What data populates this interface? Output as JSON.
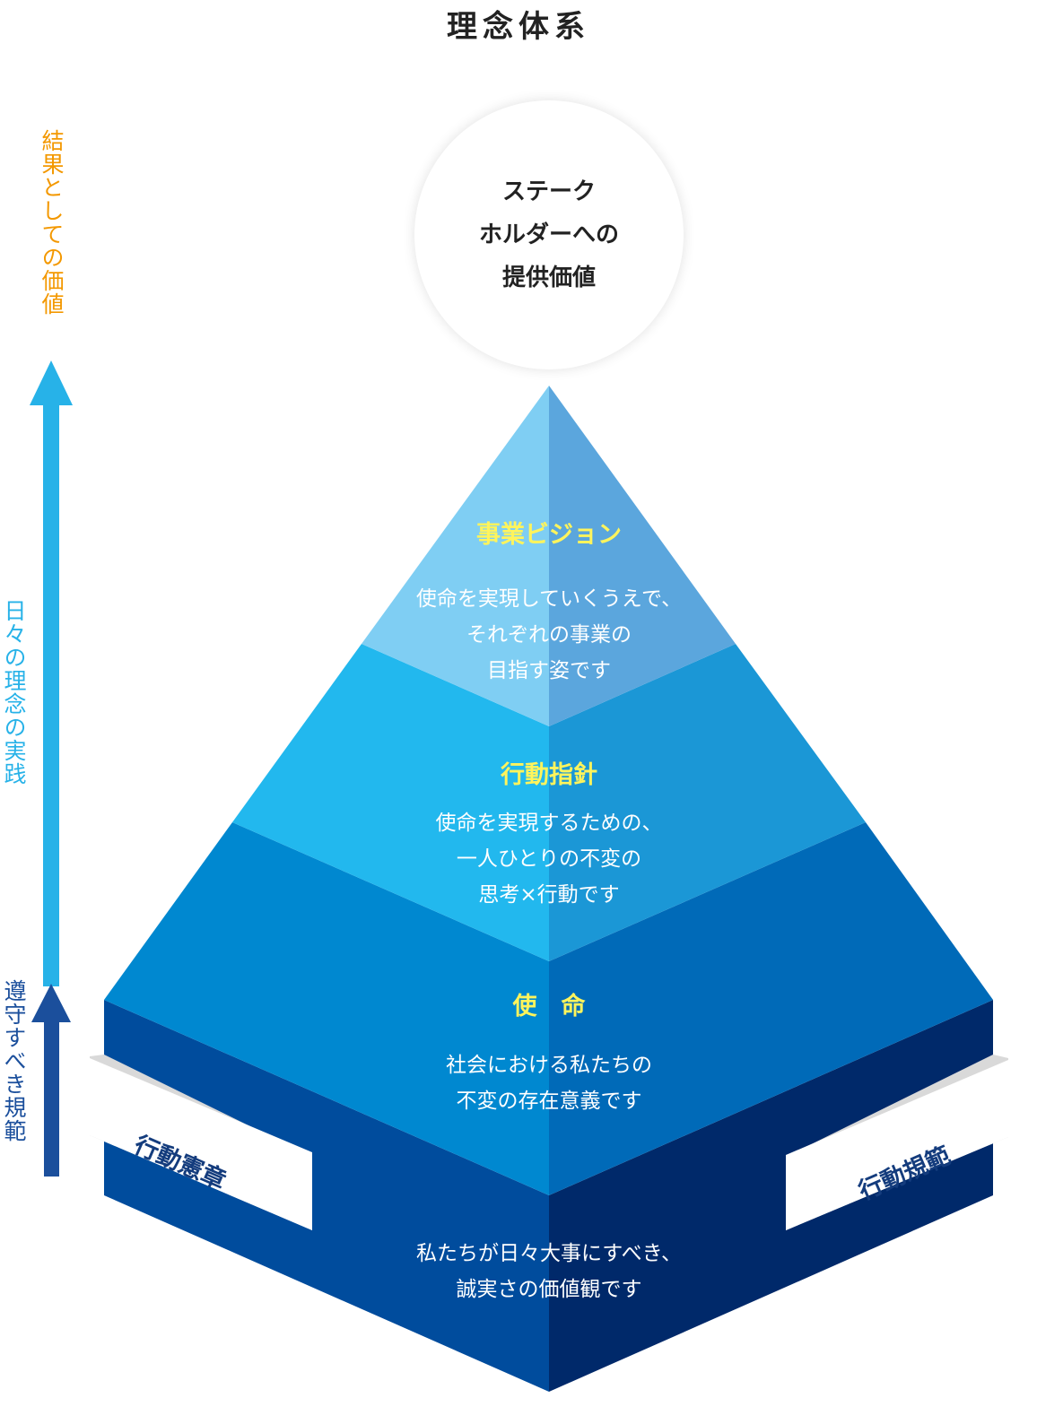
{
  "title": "理念体系",
  "top_circle": {
    "lines": [
      "ステーク",
      "ホルダーへの",
      "提供価値"
    ]
  },
  "side_labels": {
    "result_value": "結果としての価値",
    "daily_practice": "日々の理念の実践",
    "norms_to_follow": "遵守すべき規範"
  },
  "layers": {
    "vision": {
      "heading": "事業ビジョン",
      "lines": [
        "使命を実現していくうえで、",
        "それぞれの事業の",
        "目指す姿です"
      ]
    },
    "guidelines": {
      "heading": "行動指針",
      "lines": [
        "使命を実現するための、",
        "一人ひとりの不変の",
        "思考×行動です"
      ]
    },
    "mission": {
      "heading": "使　命",
      "lines": [
        "社会における私たちの",
        "不変の存在意義です"
      ]
    },
    "base": {
      "lines": [
        "私たちが日々大事にすべき、",
        "誠実さの価値観です"
      ]
    }
  },
  "band": {
    "left_label": "行動憲章",
    "right_label": "行動規範"
  },
  "colors": {
    "orange": "#f39800",
    "light_arrow": "#27b2e8",
    "dark_arrow": "#1b4f9c",
    "vision_left": "#7fcef3",
    "vision_right": "#5ba6dd",
    "guide_left": "#22b8ee",
    "guide_right": "#1b97d6",
    "mission_left": "#0088d0",
    "mission_right": "#006ab8",
    "base_left": "#004c9d",
    "base_right": "#00296a",
    "yellow": "#fff45c"
  }
}
